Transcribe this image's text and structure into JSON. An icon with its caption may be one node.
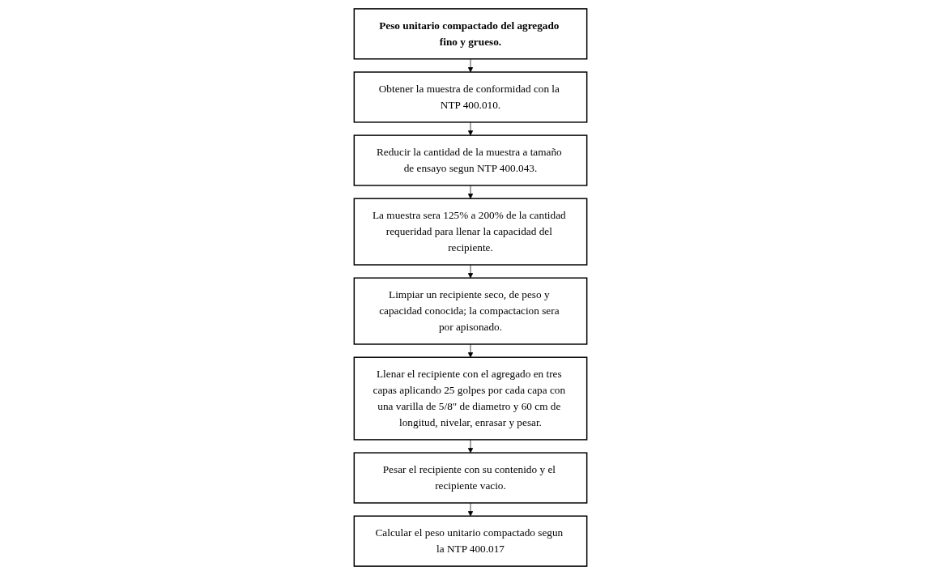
{
  "diagram": {
    "nodes": [
      {
        "text": [
          "Peso unitario compactado del agregado fino y grueso."
        ]
      },
      {
        "text": [
          "Obtener la muestra de conformidad con la NTP 400.010."
        ]
      },
      {
        "text": [
          "Reducir la cantidad de la muestra a tamaño de ensayo segun NTP 400.043."
        ]
      },
      {
        "text": [
          "La muestra sera 125% a 200% de la cantidad requeridad para llenar la capacidad del recipiente."
        ]
      },
      {
        "text": [
          "Limpiar un recipiente seco, de peso y capacidad conocida; la compactacion sera por apisonado."
        ]
      },
      {
        "text": [
          "Llenar el recipiente con el agregado en tres capas aplicando 25 golpes por cada capa con una varilla de 5/8\" de diametro y 60 cm de longitud, nivelar, enrasar y pesar."
        ]
      },
      {
        "text": [
          "Pesar el recipiente con su contenido y el recipiente vacio."
        ]
      },
      {
        "text": [
          "Calcular el peso unitario compactado segun la NTP 400.017"
        ]
      }
    ],
    "edges": [
      {
        "from": 0,
        "to": 1,
        "arrow": "to"
      },
      {
        "from": 1,
        "to": 2,
        "arrow": "to"
      },
      {
        "from": 2,
        "to": 3,
        "arrow": "to"
      },
      {
        "from": 3,
        "to": 4,
        "arrow": "to"
      },
      {
        "from": 4,
        "to": 5,
        "arrow": "to"
      },
      {
        "from": 5,
        "to": 6,
        "arrow": "to"
      },
      {
        "from": 6,
        "to": 7,
        "arrow": "to"
      }
    ]
  }
}
